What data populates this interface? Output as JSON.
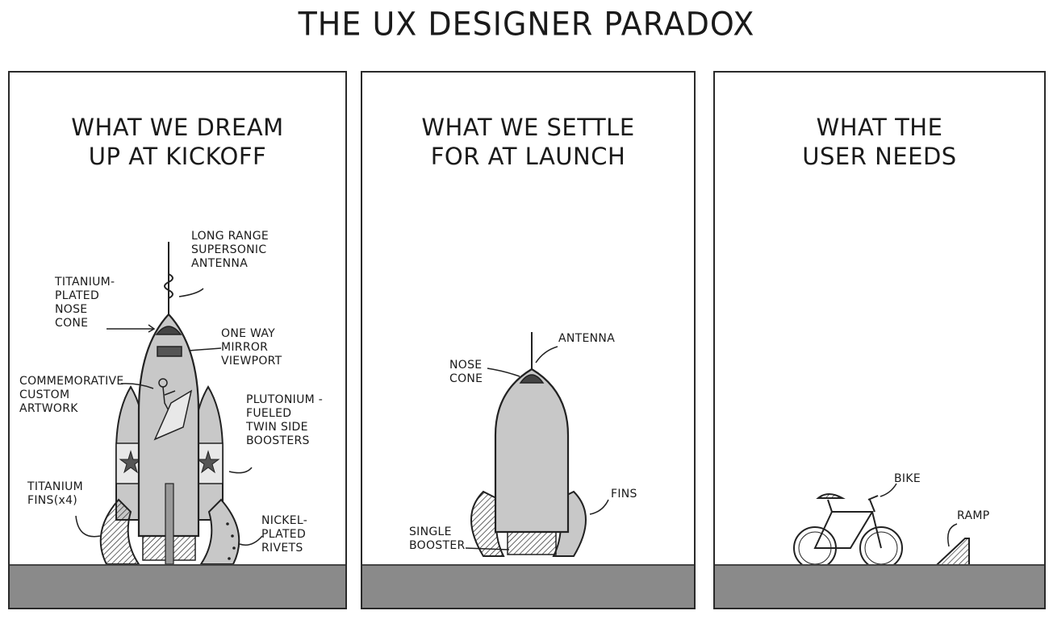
{
  "title": "THE UX DESIGNER PARADOX",
  "panels": [
    {
      "heading_line1": "WHAT WE DREAM",
      "heading_line2": "UP AT KICKOFF",
      "labels": {
        "antenna": "LONG RANGE\nSUPERSONIC\nANTENNA",
        "nose_cone": "TITANIUM-\nPLATED\nNOSE\nCONE",
        "viewport": "ONE WAY\nMIRROR\nVIEWPORT",
        "artwork": "COMMEMORATIVE\nCUSTOM\nARTWORK",
        "boosters": "PLUTONIUM -\nFUELED\nTWIN SIDE\nBOOSTERS",
        "fins": "TITANIUM\nFINS(x4)",
        "rivets": "NICKEL-\nPLATED\nRIVETS"
      }
    },
    {
      "heading_line1": "WHAT WE SETTLE",
      "heading_line2": "FOR AT LAUNCH",
      "labels": {
        "antenna": "ANTENNA",
        "nose_cone": "NOSE\nCONE",
        "fins": "FINS",
        "booster": "SINGLE\nBOOSTER"
      }
    },
    {
      "heading_line1": "WHAT THE",
      "heading_line2": "USER NEEDS",
      "labels": {
        "bike": "BIKE",
        "ramp": "RAMP"
      }
    }
  ],
  "colors": {
    "ink": "#1a1a1a",
    "rocket_fill": "#c8c8c8",
    "ground": "#8a8a8a"
  }
}
